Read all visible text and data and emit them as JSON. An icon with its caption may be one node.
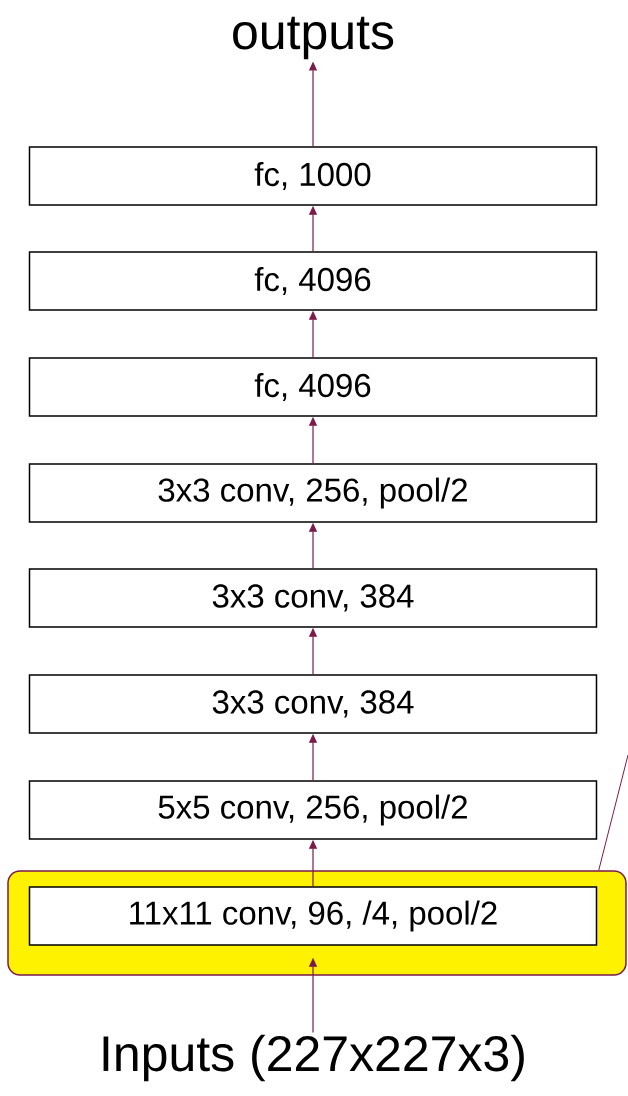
{
  "diagram": {
    "nodes": [
      {
        "text": [
          "outputs"
        ]
      },
      {
        "text": [
          "fc, 1000"
        ]
      },
      {
        "text": [
          "fc, 4096"
        ]
      },
      {
        "text": [
          "fc, 4096"
        ]
      },
      {
        "text": [
          "3x3 conv, 256, pool/2"
        ]
      },
      {
        "text": [
          "3x3 conv, 384"
        ]
      },
      {
        "text": [
          "3x3 conv, 384"
        ]
      },
      {
        "text": [
          "5x5 conv, 256, pool/2"
        ]
      },
      {
        "text": [],
        "shape": "box"
      },
      {
        "text": [
          "11x11 conv, 96, /4, pool/2"
        ],
        "in": 8
      },
      {
        "text": [
          "Inputs (227x227x3)"
        ]
      }
    ],
    "edges": [
      {
        "from": 1,
        "to": 0,
        "arrow": "to"
      },
      {
        "from": 2,
        "to": 1,
        "arrow": "to"
      },
      {
        "from": 3,
        "to": 2,
        "arrow": "to"
      },
      {
        "from": 4,
        "to": 3,
        "arrow": "to"
      },
      {
        "from": 5,
        "to": 4,
        "arrow": "to"
      },
      {
        "from": 6,
        "to": 5,
        "arrow": "to"
      },
      {
        "from": 7,
        "to": 6,
        "arrow": "to"
      },
      {
        "from": 9,
        "to": 7,
        "arrow": "to"
      },
      {
        "from": 10,
        "to": 9,
        "arrow": "to"
      },
      {
        "from": null,
        "to": 8,
        "arrow": "none"
      }
    ]
  }
}
